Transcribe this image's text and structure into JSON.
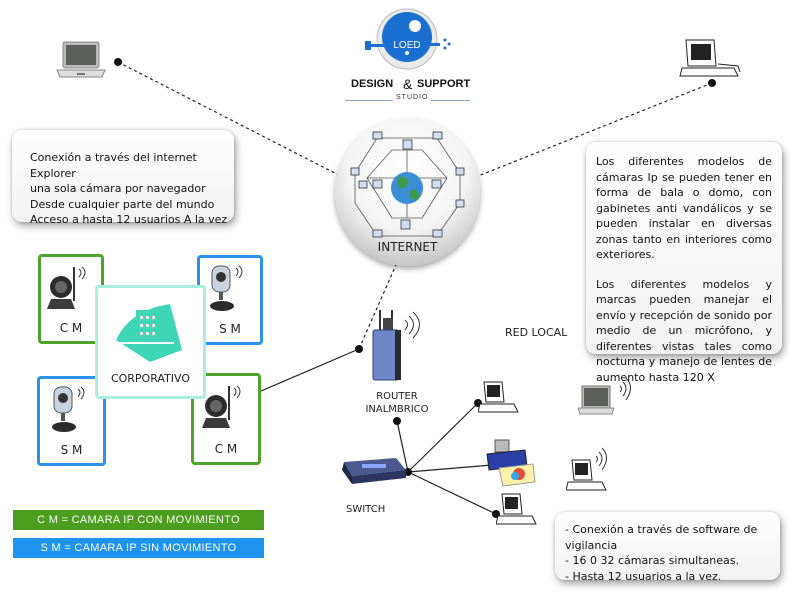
{
  "logo": {
    "brand": "LOED",
    "left_text": "DESIGN",
    "amp": "&",
    "right_text": "SUPPORT",
    "sub_text": "STUDIO"
  },
  "internet": {
    "label": "INTERNET"
  },
  "info_left": {
    "lines": [
      "Conexión a través del internet Explorer",
      "una sola cámara por navegador",
      "Desde cualquier parte del mundo",
      "Acceso a hasta 12 usuarios A la vez"
    ]
  },
  "info_right": {
    "paragraph1": "Los diferentes modelos de cámaras Ip se pueden tener en forma de bala o domo, con gabinetes anti vandálicos y se pueden instalar en diversas zonas tanto en interiores como exteriores.",
    "paragraph2": "Los diferentes modelos y marcas pueden manejar el envío y recepción de sonido por medio de un micrófono, y diferentes vistas tales como nocturna y manejo de lentes de aumento hasta 120 X"
  },
  "info_bottom": {
    "lines": [
      "- Conexión a través de software de vigilancia",
      "- 16  0 32 cámaras simultaneas.",
      "- Hasta 12 usuarios a la vez."
    ]
  },
  "corporate": {
    "label": "CORPORATIVO",
    "cameras": [
      {
        "label": "C M",
        "type": "cm"
      },
      {
        "label": "S M",
        "type": "sm"
      },
      {
        "label": "S M",
        "type": "sm"
      },
      {
        "label": "C M",
        "type": "cm"
      }
    ]
  },
  "router": {
    "label_line1": "ROUTER",
    "label_line2": "INALMBRICO"
  },
  "switch": {
    "label": "SWITCH"
  },
  "red_local": {
    "label": "RED LOCAL"
  },
  "legend": {
    "cm": {
      "text": "C M  =  CAMARA IP CON MOVIMIENTO",
      "color": "#4b9e1e"
    },
    "sm": {
      "text": "S M  =  CAMARA IP SIN MOVIMIENTO",
      "color": "#1f93f0"
    }
  },
  "colors": {
    "cm_border": "#4ca52a",
    "sm_border": "#2a93e8",
    "corporate_accent": "#3fd6b8",
    "logo_blue": "#1a6fd0"
  }
}
